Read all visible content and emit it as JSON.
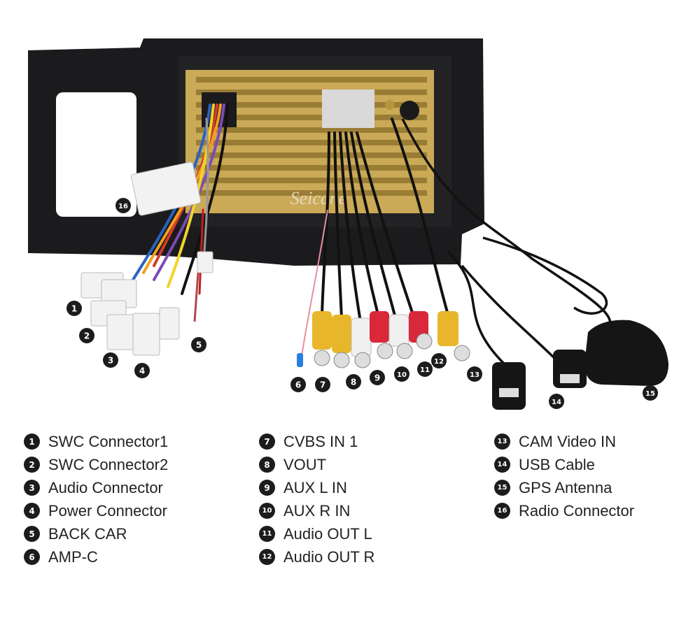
{
  "watermark": "Seicane",
  "callouts": [
    "1",
    "2",
    "3",
    "4",
    "5",
    "6",
    "7",
    "8",
    "9",
    "10",
    "11",
    "12",
    "13",
    "14",
    "15",
    "16"
  ],
  "legend": {
    "col1": [
      {
        "n": "1",
        "label": "SWC Connector1"
      },
      {
        "n": "2",
        "label": "SWC Connector2"
      },
      {
        "n": "3",
        "label": "Audio Connector"
      },
      {
        "n": "4",
        "label": "Power Connector"
      },
      {
        "n": "5",
        "label": "BACK CAR"
      },
      {
        "n": "6",
        "label": "AMP-C"
      }
    ],
    "col2": [
      {
        "n": "7",
        "label": "CVBS IN 1"
      },
      {
        "n": "8",
        "label": "VOUT"
      },
      {
        "n": "9",
        "label": "AUX L IN"
      },
      {
        "n": "10",
        "label": "AUX R IN"
      },
      {
        "n": "11",
        "label": "Audio OUT L"
      },
      {
        "n": "12",
        "label": "Audio OUT R"
      }
    ],
    "col3": [
      {
        "n": "13",
        "label": "CAM Video IN"
      },
      {
        "n": "14",
        "label": "USB Cable"
      },
      {
        "n": "15",
        "label": "GPS Antenna"
      },
      {
        "n": "16",
        "label": "Radio Connector"
      }
    ]
  }
}
